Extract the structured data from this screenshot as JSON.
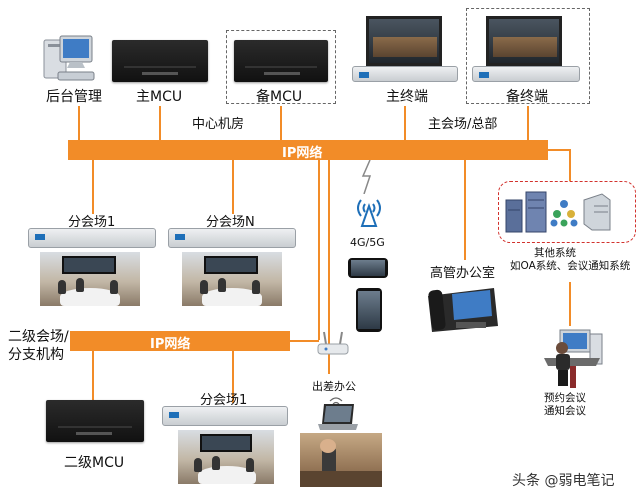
{
  "colors": {
    "bar": "#f28c28",
    "dashed_group": "#d2322d",
    "text": "#111111"
  },
  "top_row": {
    "backend": "后台管理",
    "main_mcu": "主MCU",
    "backup_mcu": "备MCU",
    "main_terminal": "主终端",
    "backup_terminal": "备终端"
  },
  "central_room": "中心机房",
  "main_venue": "主会场/总部",
  "ip_network_top": "IP网络",
  "branch": {
    "venue_1": "分会场1",
    "venue_n": "分会场N"
  },
  "mobile": {
    "network": "4G/5G"
  },
  "executive_office": "高管办公室",
  "other_systems": {
    "line1": "其他系统",
    "line2": "如OA系统、会议通知系统"
  },
  "booking": {
    "line1": "预约会议",
    "line2": "通知会议"
  },
  "secondary": {
    "line1": "二级会场/",
    "line2": "分支机构"
  },
  "ip_network_bottom": "IP网络",
  "travel_office": "出差办公",
  "secondary_mcu": "二级MCU",
  "secondary_venue_1": "分会场1",
  "watermark": "头条 @弱电笔记",
  "icons": [
    "computer-icon",
    "mcu-device-icon",
    "video-terminal-icon",
    "wireless-signal-icon",
    "smartphone-icon",
    "wifi-router-icon",
    "laptop-icon",
    "ip-phone-icon",
    "server-icon",
    "workstation-icon"
  ]
}
